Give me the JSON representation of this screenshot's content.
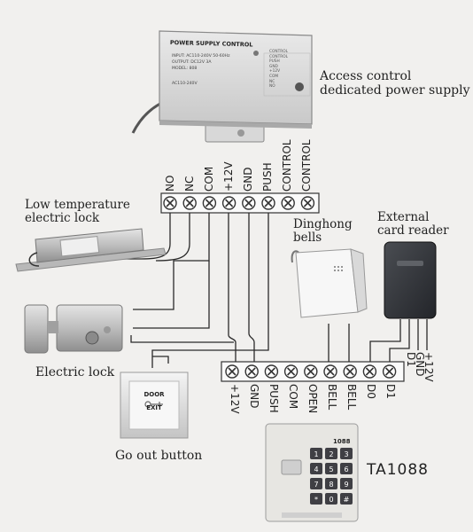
{
  "power_supply": {
    "caption_line1": "Access control",
    "caption_line2": "dedicated power supply",
    "panel_title": "POWER SUPPLY CONTROL",
    "panel_lines": [
      "INPUT: AC110-240V 50-60Hz",
      "OUTPUT: DC12V 3A",
      "MODEL: 808",
      "AC110-240V"
    ],
    "panel_side_labels": [
      "CONTROL",
      "CONTROL",
      "PUSH",
      "GND",
      "+12V",
      "COM",
      "NC",
      "NO"
    ],
    "top_terminals": [
      "NO",
      "NC",
      "COM",
      "+12V",
      "GND",
      "PUSH",
      "CONTROL",
      "CONTROL"
    ]
  },
  "low_temp_lock": {
    "caption_line1": "Low temperature",
    "caption_line2": "electric lock"
  },
  "electric_lock": {
    "caption": "Electric lock"
  },
  "bells": {
    "caption_line1": "Dinghong",
    "caption_line2": "bells"
  },
  "card_reader": {
    "caption_line1": "External",
    "caption_line2": "card reader",
    "wires": [
      "D1",
      "GND",
      "+12V"
    ]
  },
  "exit_button": {
    "caption": "Go out button",
    "plate_line1": "DOOR",
    "plate_line2": "EXIT"
  },
  "controller": {
    "model": "TA1088",
    "brand": "1088",
    "keys": [
      "1",
      "2",
      "3",
      "4",
      "5",
      "6",
      "7",
      "8",
      "9",
      "*",
      "0",
      "#"
    ],
    "bottom_terminals": [
      "+12V",
      "GND",
      "PUSH",
      "COM",
      "OPEN",
      "BELL",
      "BELL",
      "D0",
      "D1"
    ]
  },
  "colors": {
    "wire": "#2a2a2a",
    "background": "#f1f0ee",
    "terminal_fill": "#ffffff"
  }
}
